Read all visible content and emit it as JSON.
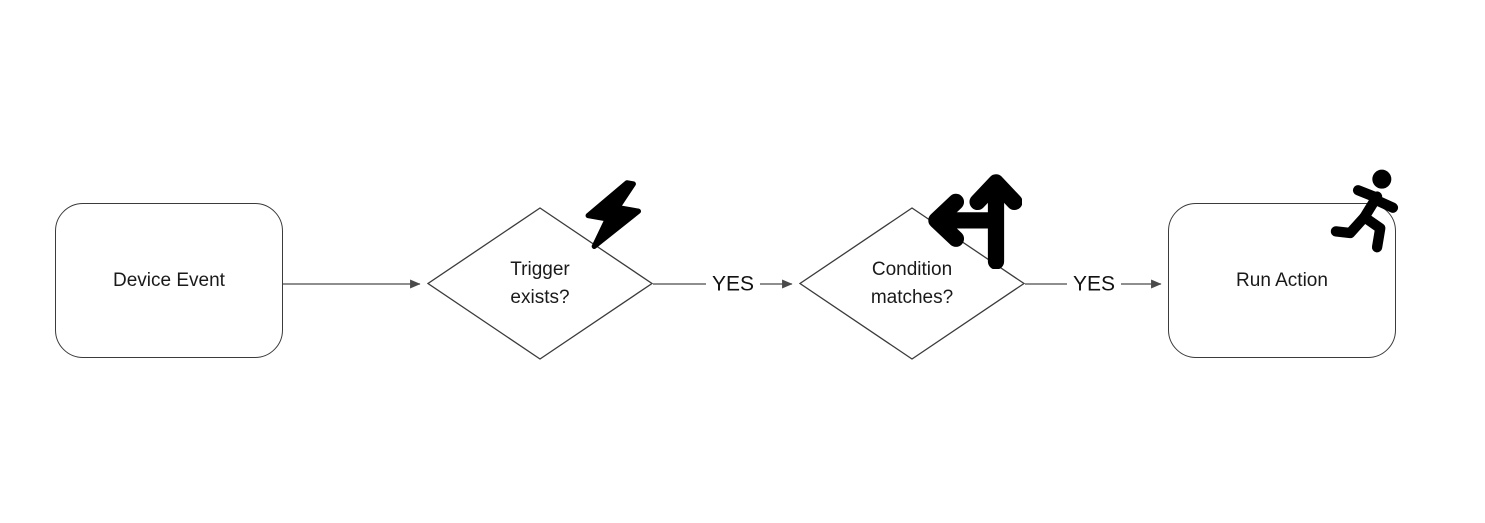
{
  "diagram": {
    "type": "flowchart",
    "direction": "left-to-right",
    "background": "#ffffff",
    "colors": {
      "node_stroke": "#3b3b3b",
      "edge_stroke": "#4a4a4a",
      "text": "#1a1a1a",
      "icon": "#000000"
    },
    "nodes": [
      {
        "id": "device-event",
        "shape": "rounded-rect",
        "label": "Device Event",
        "icon": ""
      },
      {
        "id": "trigger-exists",
        "shape": "diamond",
        "label_lines": [
          "Trigger",
          "exists?"
        ],
        "icon": "lightning-bolt-icon"
      },
      {
        "id": "condition-matches",
        "shape": "diamond",
        "label_lines": [
          "Condition",
          "matches?"
        ],
        "icon": "arrows-split-up-left-icon"
      },
      {
        "id": "run-action",
        "shape": "rounded-rect",
        "label": "Run Action",
        "icon": "person-running-icon"
      }
    ],
    "edges": [
      {
        "from": "device-event",
        "to": "trigger-exists",
        "label": ""
      },
      {
        "from": "trigger-exists",
        "to": "condition-matches",
        "label": "YES"
      },
      {
        "from": "condition-matches",
        "to": "run-action",
        "label": "YES"
      }
    ]
  }
}
